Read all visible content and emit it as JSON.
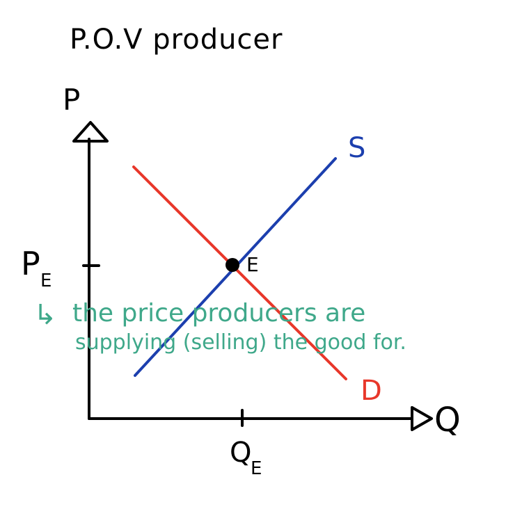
{
  "title": "P.O.V producer",
  "axes": {
    "y_label": "P",
    "x_label": "Q"
  },
  "markers": {
    "price": {
      "main": "P",
      "sub": "E"
    },
    "quantity": {
      "main": "Q",
      "sub": "E"
    }
  },
  "curves": {
    "supply": {
      "label": "S",
      "color": "#1c3fae"
    },
    "demand": {
      "label": "D",
      "color": "#e8372a"
    }
  },
  "equilibrium": {
    "label": "E"
  },
  "annotation": {
    "arrow": "↳",
    "line1": "the price producers are",
    "line2": "supplying (selling) the good for.",
    "color": "#3fa88a"
  },
  "colors": {
    "ink": "#000000"
  }
}
